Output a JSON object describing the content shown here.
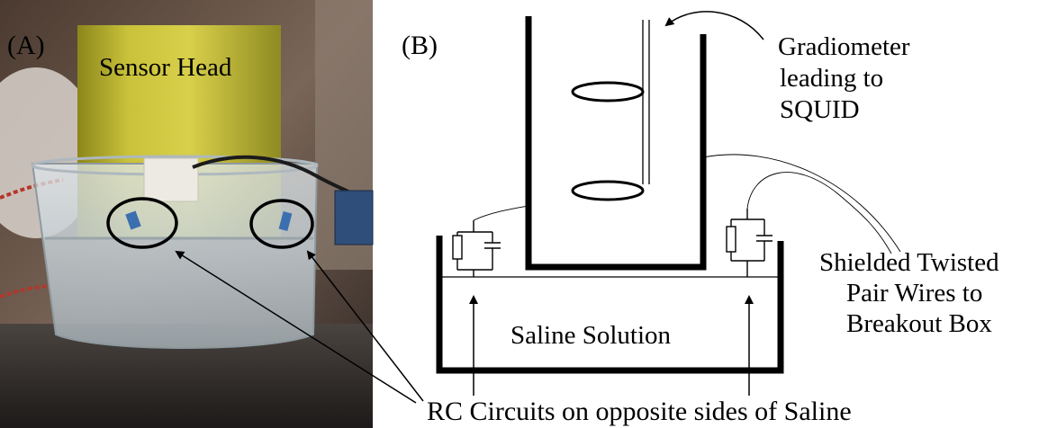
{
  "panel_a": {
    "letter": "(A)",
    "sensor_label": "Sensor Head"
  },
  "panel_b": {
    "letter": "(B)",
    "gradiometer_lines": [
      "Gradiometer",
      "leading to",
      "SQUID"
    ],
    "saline_label": "Saline Solution",
    "shielded_lines": [
      "Shielded Twisted",
      "Pair Wires to",
      "Breakout Box"
    ]
  },
  "caption": "RC Circuits on opposite sides of Saline",
  "colors": {
    "sensor_yellow": "#c9c23a",
    "photo_background": "#6e5a4c",
    "glass": "#c7d2d8",
    "ink": "#000000"
  }
}
